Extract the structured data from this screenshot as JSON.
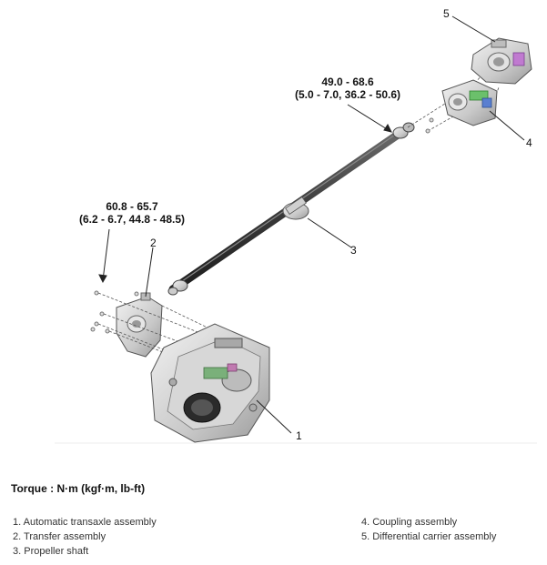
{
  "torque_labels": {
    "propeller_front": {
      "line1": "49.0 - 68.6",
      "line2": "(5.0 - 7.0, 36.2 - 50.6)"
    },
    "transfer_bolts": {
      "line1": "60.8 - 65.7",
      "line2": "(6.2 - 6.7, 44.8 - 48.5)"
    }
  },
  "callouts": [
    "1",
    "2",
    "3",
    "4",
    "5"
  ],
  "torque_heading": "Torque : N·m (kgf·m, lb-ft)",
  "legend": {
    "left": [
      "1. Automatic transaxle assembly",
      "2. Transfer assembly",
      "3. Propeller shaft"
    ],
    "right": [
      "4. Coupling assembly",
      "5. Differential carrier assembly"
    ]
  }
}
